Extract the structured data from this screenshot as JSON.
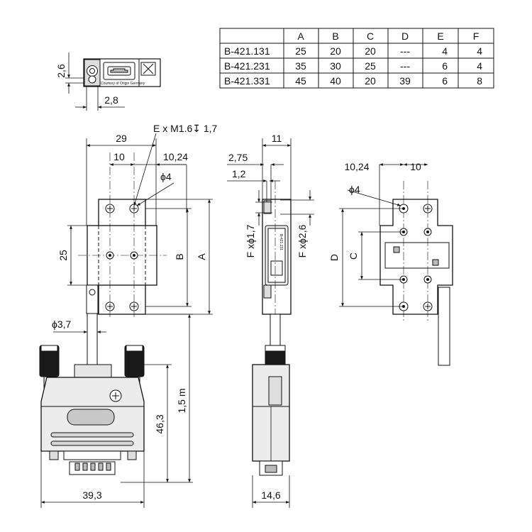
{
  "table": {
    "headers": [
      "",
      "A",
      "B",
      "C",
      "D",
      "E",
      "F"
    ],
    "rows": [
      [
        "B-421.131",
        "25",
        "20",
        "20",
        "---",
        "4",
        "4"
      ],
      [
        "B-421.231",
        "35",
        "30",
        "25",
        "---",
        "6",
        "4"
      ],
      [
        "B-421.331",
        "45",
        "40",
        "20",
        "39",
        "6",
        "8"
      ]
    ]
  },
  "top_view": {
    "dim_height": "2,6",
    "dim_width": "2,8",
    "credit": "Courtesy of Origin Germany"
  },
  "front_view": {
    "dim_width": "29",
    "dim_hole_spacing": "10",
    "dim_offset": "10,24",
    "thread": "E x M1.6↧ 1,7",
    "hole_dia": "ϕ4",
    "dim_left": "25",
    "dim_b": "B",
    "dim_a": "A",
    "cable_dia": "ϕ3,7",
    "cable_length": "1,5 m",
    "plug_height": "46,3",
    "plug_width": "39,3"
  },
  "side_view": {
    "dim_width": "11",
    "dim_a": "2,75",
    "dim_b": "1,2",
    "hole_small": "F xϕ1,7",
    "hole_large": "F xϕ2,6",
    "plug_width": "14,6",
    "label_text": "B-421.231"
  },
  "back_view": {
    "dim_offset": "10,24",
    "dim_spacing": "10",
    "hole_dia": "ϕ4",
    "dim_d": "D",
    "dim_c": "C"
  },
  "colors": {
    "line": "#111111",
    "fill_light": "#e6e6e6",
    "fill_mid": "#c8c8c8",
    "fill_dark": "#1a1a1a"
  }
}
